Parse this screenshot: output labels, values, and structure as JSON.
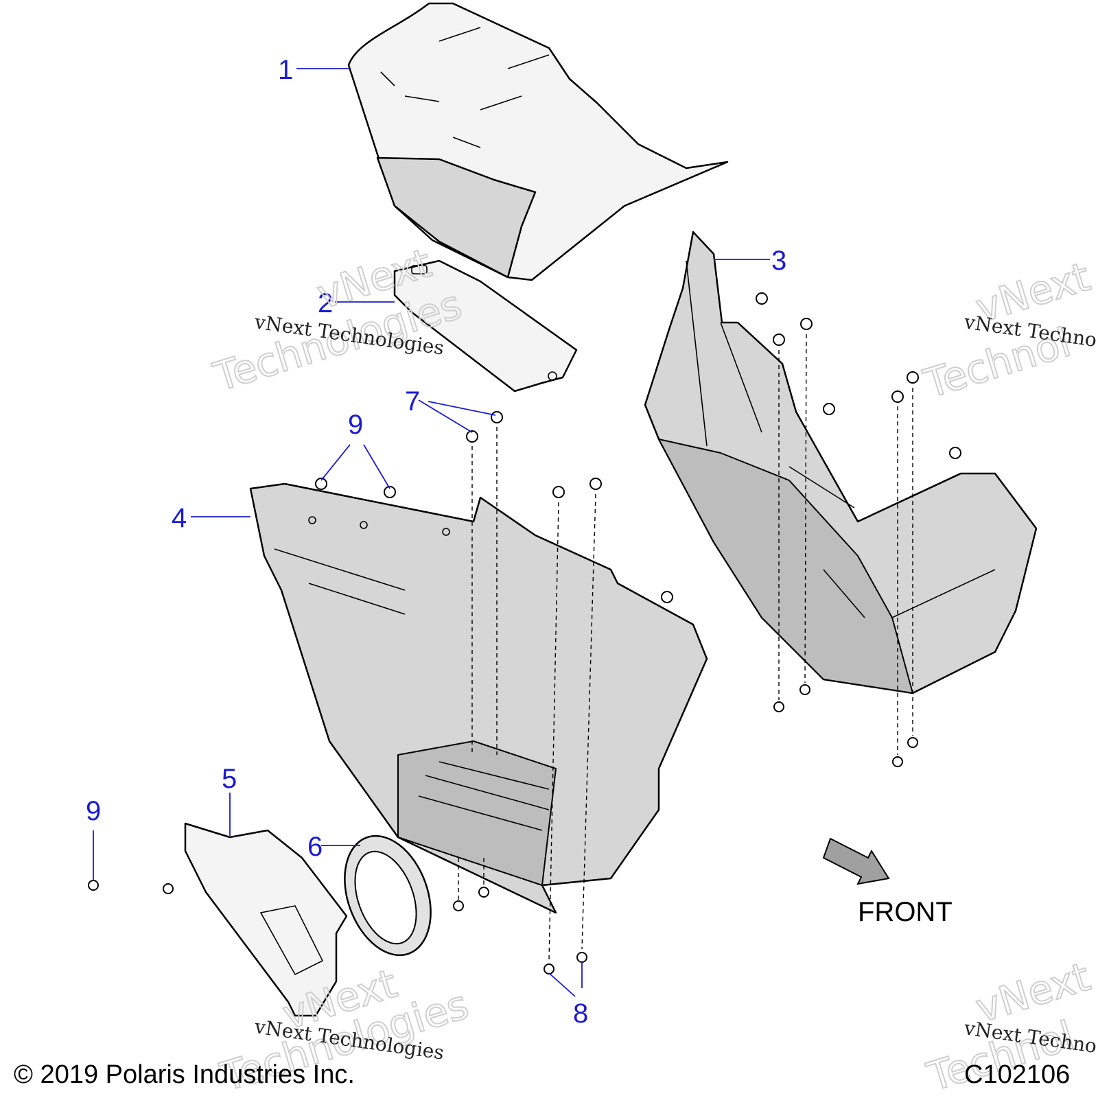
{
  "callouts": [
    "1",
    "2",
    "3",
    "4",
    "5",
    "6",
    "7",
    "8",
    "9",
    "9"
  ],
  "direction_label": "FRONT",
  "copyright": "© 2019 Polaris Industries Inc.",
  "drawing_number": "C102106",
  "watermark": {
    "line": "vNext Technologies",
    "big_top": "vNext",
    "big_bottom": "Technologies",
    "line_partial": "vNext Techno",
    "big_partial_top": "vNext",
    "big_partial_bottom": "Technol"
  }
}
